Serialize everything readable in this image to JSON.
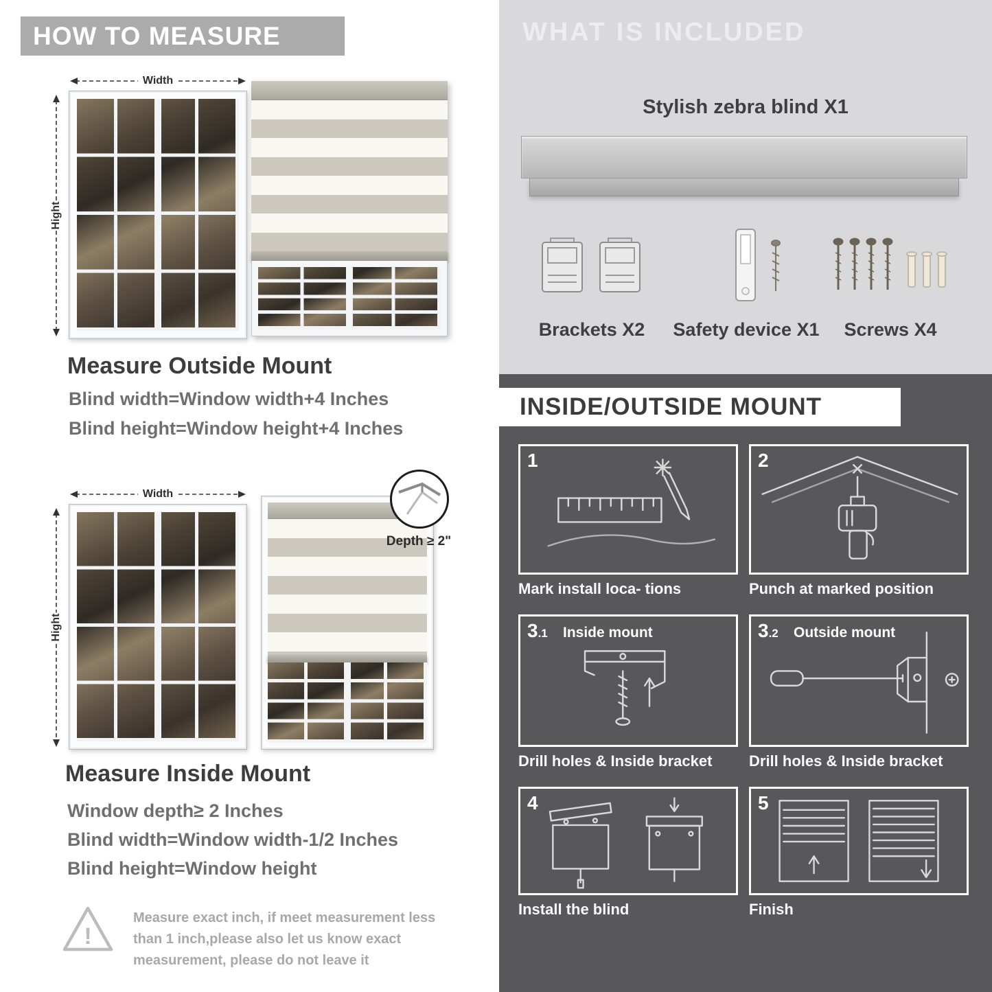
{
  "colors": {
    "banner_gray": "#ababab",
    "heading": "#3d3d3d",
    "body_text": "#6f6f6f",
    "included_bg": "#d9d9db",
    "mount_bg": "#58585a",
    "line_art": "#d9d9d9"
  },
  "measure": {
    "banner": "HOW TO MEASURE",
    "width_label": "Width",
    "height_label": "Hight",
    "outside": {
      "title": "Measure Outside Mount",
      "line1": "Blind width=Window width+4 Inches",
      "line2": "Blind height=Window height+4 Inches"
    },
    "inside": {
      "title": "Measure Inside Mount",
      "depth_callout": "Depth ≥ 2\"",
      "line1": "Window depth≥ 2 Inches",
      "line2": "Blind width=Window width-1/2 Inches",
      "line3": "Blind height=Window height"
    },
    "warning": "Measure exact inch, if meet measurement less than 1 inch,please also let us know exact measurement, please do not leave it"
  },
  "included": {
    "banner": "WHAT IS INCLUDED",
    "blind_label": "Stylish zebra blind X1",
    "items": [
      {
        "label": "Brackets X2"
      },
      {
        "label": "Safety device X1"
      },
      {
        "label": "Screws X4"
      }
    ]
  },
  "mount": {
    "banner": "INSIDE/OUTSIDE MOUNT",
    "steps": [
      {
        "num": "1",
        "sub": "",
        "inline": "",
        "caption": "Mark install loca- tions"
      },
      {
        "num": "2",
        "sub": "",
        "inline": "",
        "caption": "Punch at  marked position"
      },
      {
        "num": "3",
        "sub": ".1",
        "inline": "Inside mount",
        "caption": "Drill holes &  Inside bracket"
      },
      {
        "num": "3",
        "sub": ".2",
        "inline": "Outside mount",
        "caption": "Drill holes &  Inside bracket"
      },
      {
        "num": "4",
        "sub": "",
        "inline": "",
        "caption": "Install the blind"
      },
      {
        "num": "5",
        "sub": "",
        "inline": "",
        "caption": "Finish"
      }
    ]
  }
}
